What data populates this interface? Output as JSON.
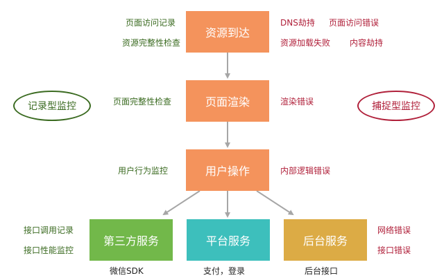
{
  "colors": {
    "stage_box": "#f4935c",
    "third_party": "#72b84a",
    "platform": "#3dbfbc",
    "backend": "#dcab45",
    "record_text": "#3b6b21",
    "capture_text": "#b0203a",
    "arrow": "#a6a6a6"
  },
  "legend": {
    "record_type": "记录型监控",
    "capture_type": "捕捉型监控"
  },
  "stages": [
    {
      "label": "资源到达",
      "record": [
        "页面访问记录",
        "资源完整性检查"
      ],
      "capture": [
        "DNS劫持",
        "页面访问错误",
        "资源加载失败",
        "内容劫持"
      ]
    },
    {
      "label": "页面渲染",
      "record": [
        "页面完整性检查"
      ],
      "capture": [
        "渲染错误"
      ]
    },
    {
      "label": "用户操作",
      "record": [
        "用户行为监控"
      ],
      "capture": [
        "内部逻辑错误"
      ]
    }
  ],
  "services": [
    {
      "label": "第三方服务",
      "caption": "微信SDK"
    },
    {
      "label": "平台服务",
      "caption": "支付，登录"
    },
    {
      "label": "后台服务",
      "caption": "后台接口"
    }
  ],
  "service_record": [
    "接口调用记录",
    "接口性能监控"
  ],
  "service_capture": [
    "网络错误",
    "接口错误"
  ]
}
